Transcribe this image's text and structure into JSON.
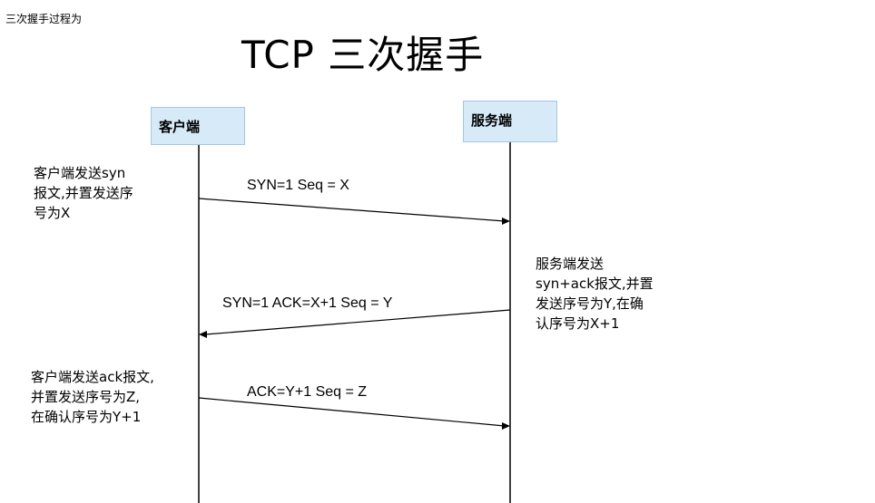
{
  "caption": "三次握手过程为",
  "title": "TCP 三次握手",
  "entities": {
    "client": "客户端",
    "server": "服务端"
  },
  "messages": {
    "m1": "SYN=1  Seq = X",
    "m2": "SYN=1  ACK=X+1 Seq = Y",
    "m3": "ACK=Y+1 Seq = Z"
  },
  "notes": {
    "n1": [
      "客户端发送syn",
      "报文,并置发送序",
      "号为X"
    ],
    "n2": [
      "服务端发送",
      "syn+ack报文,并置",
      "发送序号为Y,在确",
      "认序号为X+1"
    ],
    "n3": [
      "客户端发送ack报文,",
      "并置发送序号为Z,",
      "在确认序号为Y+1"
    ]
  }
}
